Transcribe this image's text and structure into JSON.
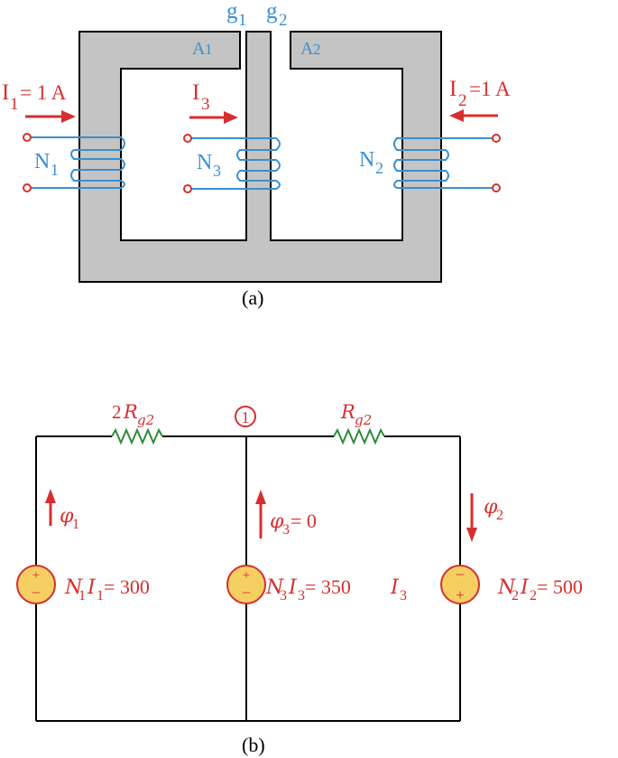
{
  "part_a": {
    "gap_labels": [
      "g",
      "1",
      "g",
      "2"
    ],
    "area_labels": [
      "A",
      "1",
      "A",
      "2"
    ],
    "currents": {
      "i1_letter": "I",
      "i1_sub": "1",
      "i1_value": "= 1 A",
      "i3_letter": "I",
      "i3_sub": "3",
      "i2_letter": "I",
      "i2_sub": "2",
      "i2_value": "=1 A"
    },
    "windings": {
      "n1_letter": "N",
      "n1_sub": "1",
      "n3_letter": "N",
      "n3_sub": "3",
      "n2_letter": "N",
      "n2_sub": "2"
    },
    "caption": "(a)"
  },
  "part_b": {
    "resistors": {
      "left_coef": "2",
      "left_R": "R",
      "left_sub": "g2",
      "right_R": "R",
      "right_sub": "g2"
    },
    "node_label": "1",
    "fluxes": {
      "phi1_sym": "φ",
      "phi1_sub": "1",
      "phi3_sym": "φ",
      "phi3_sub": "3",
      "phi3_rest": " = 0",
      "phi2_sym": "φ",
      "phi2_sub": "2"
    },
    "sources": {
      "s1_top": "+",
      "s1_bot": "−",
      "s1_label": [
        "N",
        "1",
        "I",
        "1",
        " = 300"
      ],
      "s3_top": "+",
      "s3_bot": "−",
      "s3_label": [
        "N",
        "3",
        "I",
        "3",
        " = 350",
        "I",
        "3"
      ],
      "s2_top": "−",
      "s2_bot": "+",
      "s2_label": [
        "N",
        "2",
        "I",
        "2",
        " = 500"
      ]
    },
    "caption": "(b)"
  },
  "colors": {
    "core": "#c4c4c4",
    "winding": "#3a8fd0",
    "label_red": "#d62f2f",
    "resistor": "#2e8b3a",
    "source_fill": "#f6cf63",
    "wire": "#000000"
  }
}
